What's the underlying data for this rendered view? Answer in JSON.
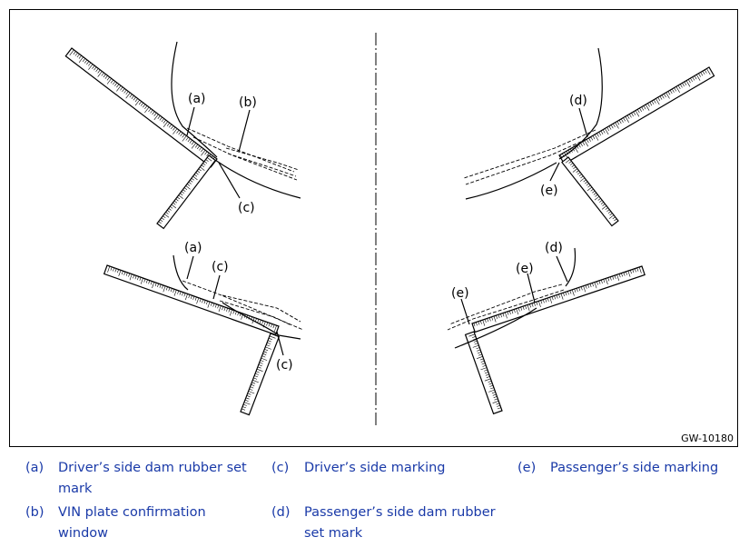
{
  "figure": {
    "id": "GW-10180",
    "callouts": {
      "a": "(a)",
      "b": "(b)",
      "c": "(c)",
      "d": "(d)",
      "e": "(e)"
    }
  },
  "legend": [
    {
      "key": "(a)",
      "text": "Driver’s side dam rubber set mark"
    },
    {
      "key": "(b)",
      "text": "VIN plate confirmation window"
    },
    {
      "key": "(c)",
      "text": "Driver’s side marking"
    },
    {
      "key": "(d)",
      "text": "Passenger’s side dam rubber set mark"
    },
    {
      "key": "(e)",
      "text": "Passenger’s side marking"
    }
  ],
  "colors": {
    "legend_text": "#1a3aa8",
    "line": "#000000"
  }
}
